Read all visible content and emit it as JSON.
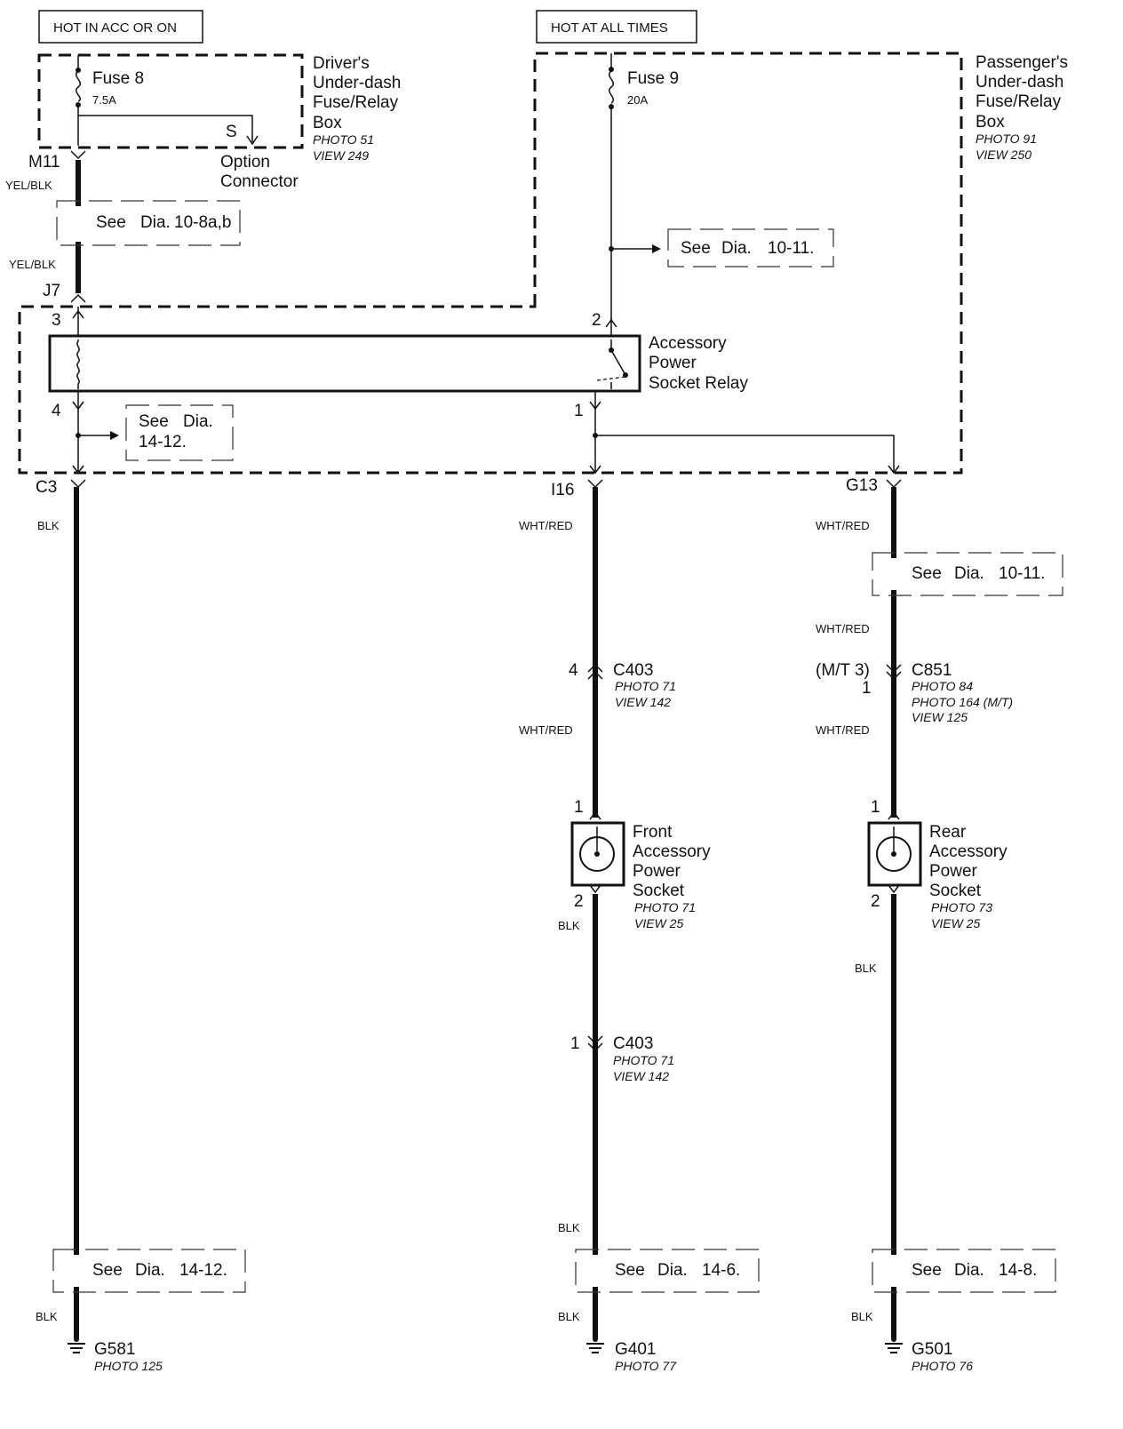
{
  "hot_labels": {
    "left": "HOT IN ACC OR ON",
    "right": "HOT AT ALL TIMES"
  },
  "drivers_box": {
    "fuse_name": "Fuse 8",
    "fuse_rating": "7.5A",
    "title_lines": [
      "Driver's",
      "Under-dash",
      "Fuse/Relay",
      "Box"
    ],
    "photo": "PHOTO 51",
    "view": "VIEW 249",
    "option_pin": "S",
    "option_label_lines": [
      "Option",
      "Connector"
    ]
  },
  "passengers_box": {
    "fuse_name": "Fuse 9",
    "fuse_rating": "20A",
    "title_lines": [
      "Passenger's",
      "Under-dash",
      "Fuse/Relay",
      "Box"
    ],
    "photo": "PHOTO 91",
    "view": "VIEW 250"
  },
  "relay": {
    "name_lines": [
      "Accessory",
      "Power",
      "Socket Relay"
    ],
    "pins": {
      "p1": "1",
      "p2": "2",
      "p3": "3",
      "p4": "4"
    }
  },
  "connectors": {
    "m11": "M11",
    "j7": "J7",
    "c3": "C3",
    "i16": "I16",
    "g13": "G13",
    "c403_top": "C403",
    "c403_top_pin": "4",
    "c403_top_photo": "PHOTO 71",
    "c403_top_view": "VIEW 142",
    "c851": "C851",
    "c851_pin_a": "(M/T 3)",
    "c851_pin_b": "1",
    "c851_photo": "PHOTO 84",
    "c851_photo2": "PHOTO 164 (M/T)",
    "c851_view": "VIEW 125",
    "c403_bot": "C403",
    "c403_bot_pin": "1",
    "c403_bot_photo": "PHOTO 71",
    "c403_bot_view": "VIEW 142"
  },
  "wires": {
    "yel_blk_1": "YEL/BLK",
    "yel_blk_2": "YEL/BLK",
    "blk_left_top": "BLK",
    "blk_left_bot": "BLK",
    "wht_red_m1": "WHT/RED",
    "wht_red_m2": "WHT/RED",
    "wht_red_r1": "WHT/RED",
    "wht_red_r2": "WHT/RED",
    "wht_red_r3": "WHT/RED",
    "blk_m1": "BLK",
    "blk_m2": "BLK",
    "blk_m3": "BLK",
    "blk_r1": "BLK",
    "blk_r2": "BLK"
  },
  "refs": {
    "dia_10_8": {
      "see": "See",
      "dia": "Dia.",
      "num": "10-8a,b"
    },
    "dia_10_11_top": {
      "see": "See",
      "dia": "Dia.",
      "num": "10-11."
    },
    "dia_14_12_relay": {
      "see": "See",
      "dia": "Dia.",
      "num": "14-12."
    },
    "dia_10_11_right": {
      "see": "See",
      "dia": "Dia.",
      "num": "10-11."
    },
    "dia_14_12_bottom": {
      "see": "See",
      "dia": "Dia.",
      "num": "14-12."
    },
    "dia_14_6": {
      "see": "See",
      "dia": "Dia.",
      "num": "14-6."
    },
    "dia_14_8": {
      "see": "See",
      "dia": "Dia.",
      "num": "14-8."
    }
  },
  "front_socket": {
    "name_lines": [
      "Front",
      "Accessory",
      "Power",
      "Socket"
    ],
    "photo": "PHOTO 71",
    "view": "VIEW 25",
    "pin_top": "1",
    "pin_bot": "2"
  },
  "rear_socket": {
    "name_lines": [
      "Rear",
      "Accessory",
      "Power",
      "Socket"
    ],
    "photo": "PHOTO 73",
    "view": "VIEW 25",
    "pin_top": "1",
    "pin_bot": "2"
  },
  "grounds": {
    "g581": "G581",
    "g581_photo": "PHOTO 125",
    "g401": "G401",
    "g401_photo": "PHOTO 77",
    "g501": "G501",
    "g501_photo": "PHOTO 76"
  }
}
